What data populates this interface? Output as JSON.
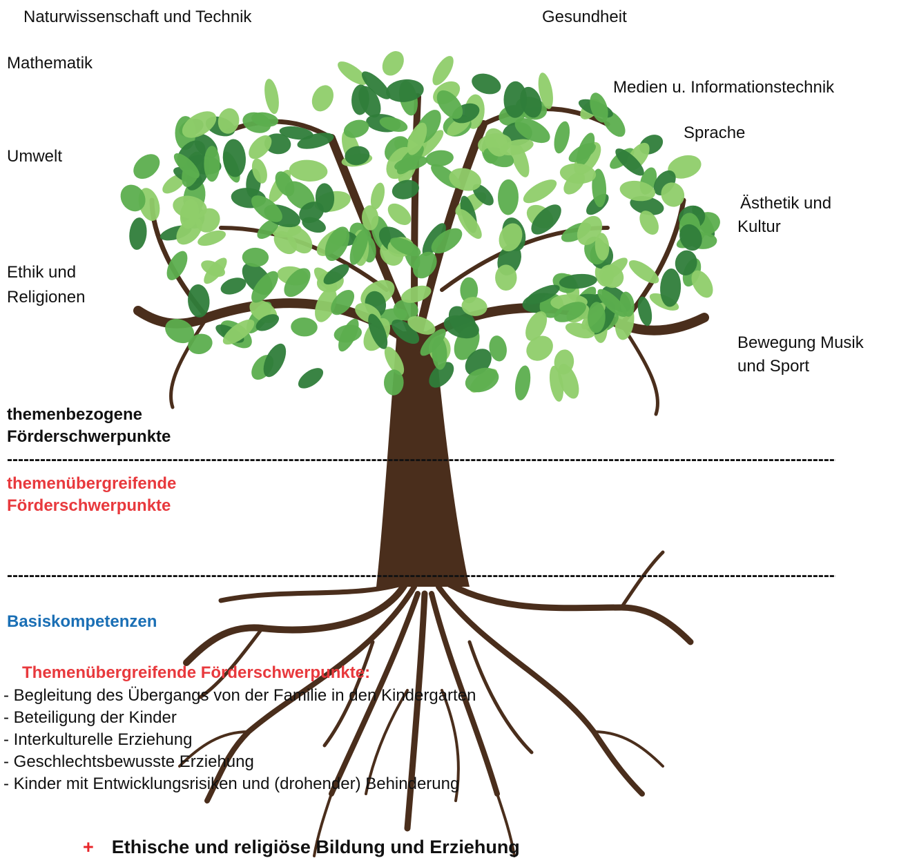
{
  "labels": {
    "naturwissenschaft": "Naturwissenschaft und Technik",
    "gesundheit": "Gesundheit",
    "mathematik": "Mathematik",
    "medien": "Medien u.  Informationstechnik",
    "sprache": "Sprache",
    "umwelt": "Umwelt",
    "aesthetik_line1": "Ästhetik und",
    "aesthetik_line2": "Kultur",
    "ethik_line1": "Ethik und",
    "ethik_line2": "Religionen",
    "bewegung_line1": "Bewegung Musik",
    "bewegung_line2": "und Sport"
  },
  "sections": {
    "themenbezogen_line1": "themenbezogene",
    "themenbezogen_line2": "Förderschwerpunkte",
    "themenuebergreifend_line1": "themenübergreifende",
    "themenuebergreifend_line2": "Förderschwerpunkte",
    "basis": "Basiskompetenzen",
    "divider": "----------------------------------------------------------------------------------------------------------------------------------------------------------------------------"
  },
  "list": {
    "title": "Themenübergreifende Förderschwerpunkte:",
    "items": [
      "- Begleitung des Übergangs von der Familie in den Kindergarten",
      "- Beteiligung der Kinder",
      "- Interkulturelle Erziehung",
      "- Geschlechtsbewusste Erziehung",
      "- Kinder mit Entwicklungsrisiken und (drohender) Behinderung"
    ]
  },
  "footer": {
    "bullet": "+",
    "text": "Ethische und religiöse Bildung und Erziehung"
  },
  "colors": {
    "red": "#e8393d",
    "blue": "#1a6fb5",
    "trunk": "#4a2e1c",
    "leaf_light": "#8fce6a",
    "leaf_mid": "#5cae4e",
    "leaf_dark": "#2f7d3a"
  }
}
